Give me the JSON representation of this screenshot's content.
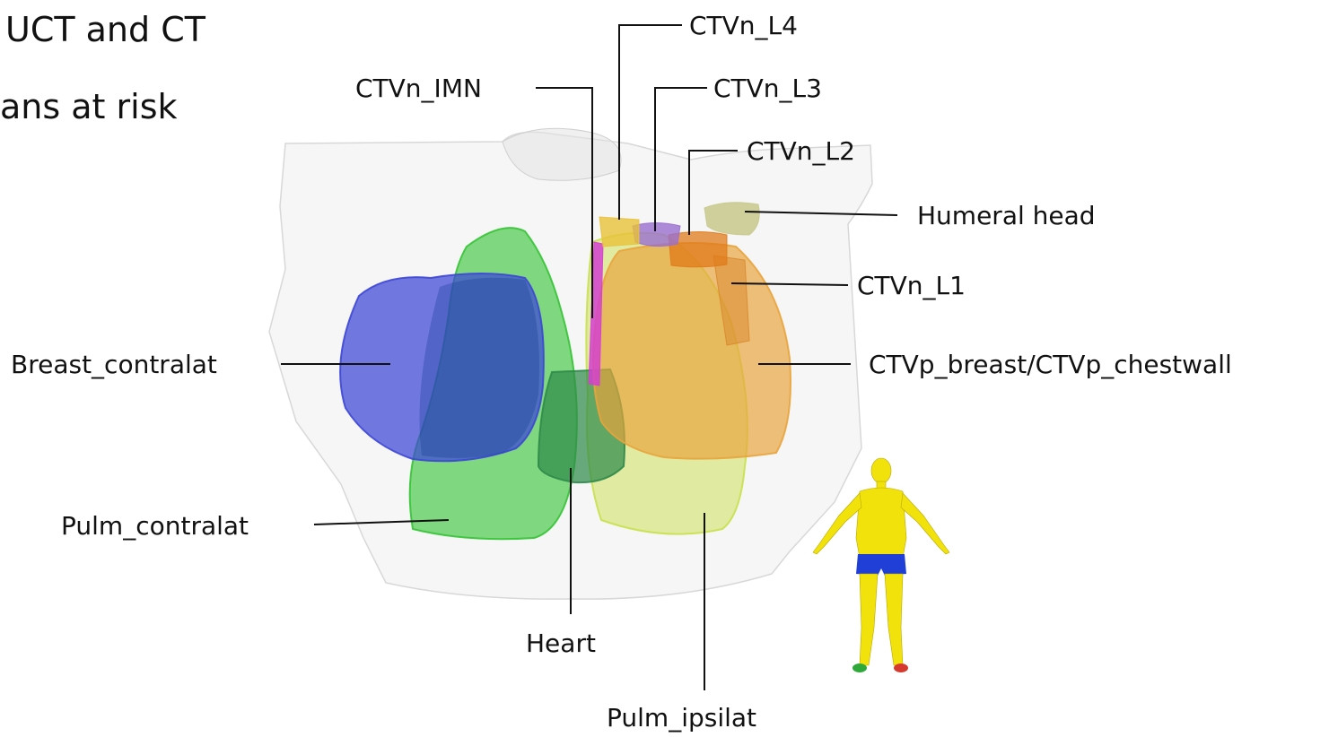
{
  "header": {
    "line1": "UCT and CT",
    "line2": "ans at risk"
  },
  "labels": {
    "ctvn_l4": "CTVn_L4",
    "ctvn_imn": "CTVn_IMN",
    "ctvn_l3": "CTVn_L3",
    "ctvn_l2": "CTVn_L2",
    "humeral_head": "Humeral head",
    "ctvn_l1": "CTVn_L1",
    "breast_contralat": "Breast_contralat",
    "ctvp_breast": "CTVp_breast/CTVp_chestwall",
    "pulm_contralat": "Pulm_contralat",
    "heart": "Heart",
    "pulm_ipsilat": "Pulm_ipsilat"
  },
  "colors": {
    "breast_contralat": "#3c46d6",
    "ctvp_breast": "#e9a43c",
    "pulm_contralat": "#35c435",
    "pulm_ipsilat": "#c9e04c",
    "heart": "#2f8b4a",
    "ctvn_l1": "#d98a2e",
    "ctvn_l2": "#e07a1a",
    "ctvn_l3": "#9a6fd0",
    "ctvn_l4": "#e8c23a",
    "ctvn_imn": "#d43fd0",
    "humeral_head": "#c8c88c",
    "body_contour": "#e6e6e6",
    "figure_skin": "#f2e20c",
    "figure_shorts": "#1f3fd6"
  }
}
